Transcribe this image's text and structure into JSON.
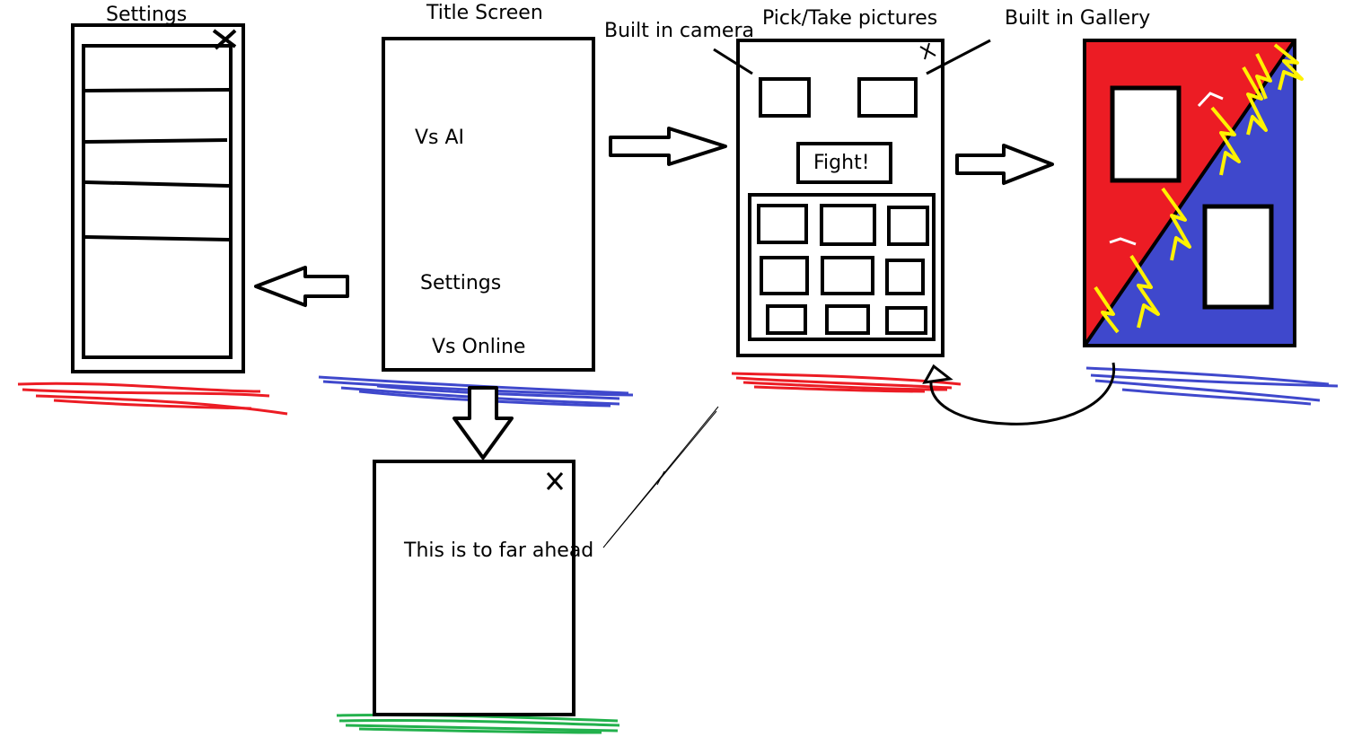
{
  "labels": {
    "settings_title": "Settings",
    "title_screen": "Title Screen",
    "built_in_camera": "Built in camera",
    "pick_take_pictures": "Pick/Take pictures",
    "built_in_gallery": "Built in Gallery"
  },
  "title_screen_menu": {
    "vs_ai": "Vs AI",
    "settings": "Settings",
    "vs_online": "Vs Online"
  },
  "picture_screen": {
    "fight_button": "Fight!",
    "close_glyph": "x"
  },
  "online_screen": {
    "note": "This is to far ahead",
    "close_glyph": "x"
  },
  "settings_screen": {
    "close_glyph": "x",
    "row_count": 5
  },
  "colors": {
    "red": "#ec1c24",
    "blue": "#3f48cc",
    "green": "#22b14c",
    "yellow": "#fff200"
  }
}
